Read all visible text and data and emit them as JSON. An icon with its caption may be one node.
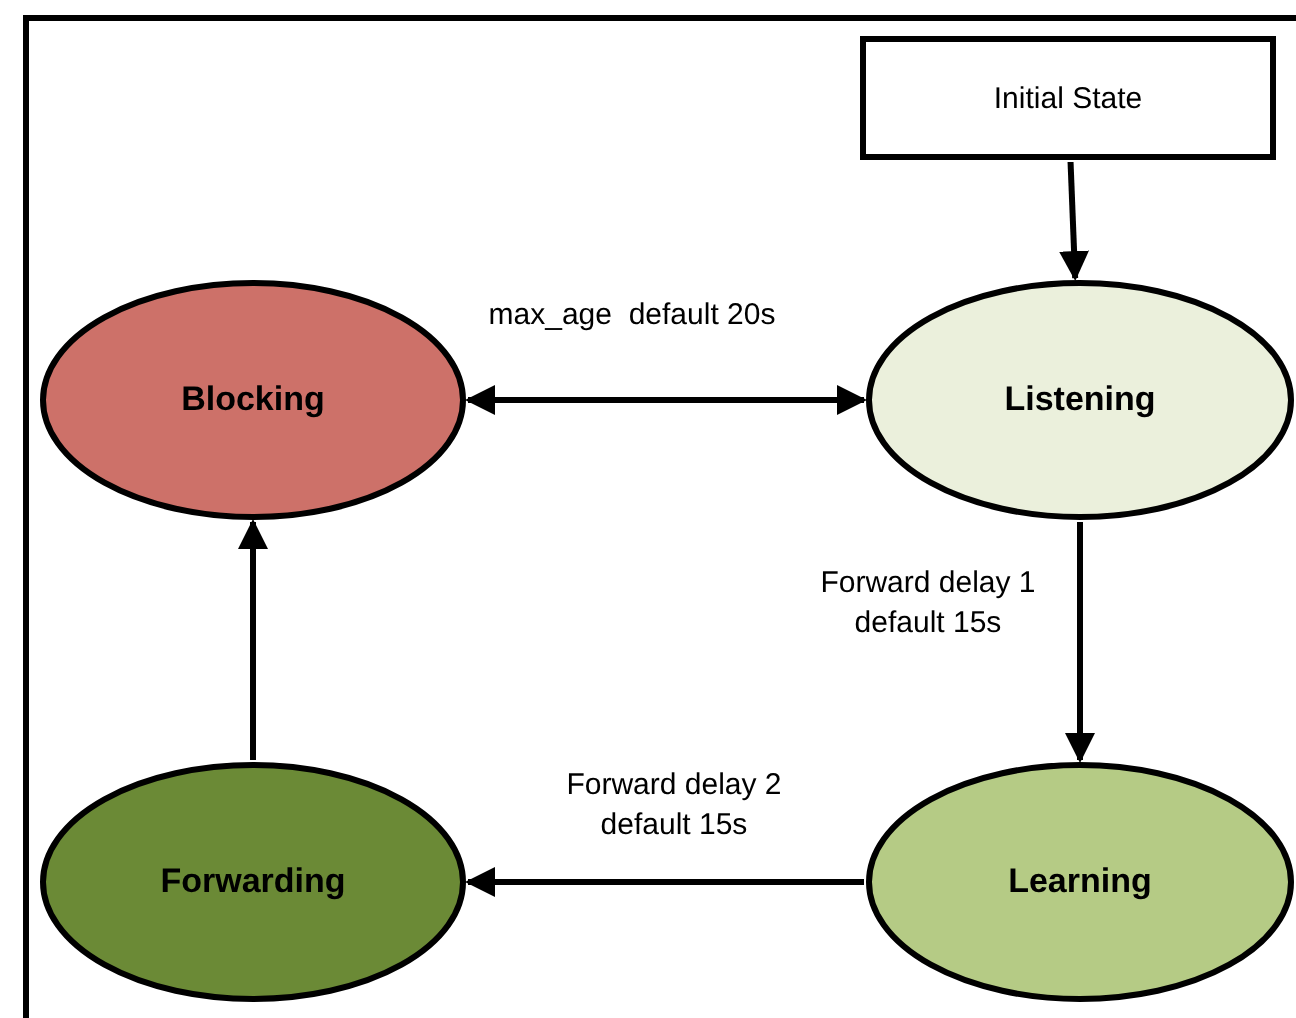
{
  "diagram": {
    "nodes": [
      {
        "text": [
          "Initial State"
        ]
      },
      {
        "text": [
          "Blocking"
        ]
      },
      {
        "text": [
          "Listening"
        ]
      },
      {
        "text": [
          "Forwarding"
        ]
      },
      {
        "text": [
          "Learning"
        ]
      }
    ],
    "edges": [
      {
        "from": 0,
        "to": 2,
        "arrow": "to"
      },
      {
        "from": 1,
        "to": 2,
        "arrow": "both",
        "label": "max_age  default 20s"
      },
      {
        "from": 2,
        "to": 4,
        "arrow": "to",
        "label": "Forward delay 1 default 15s"
      },
      {
        "from": 4,
        "to": 3,
        "arrow": "to",
        "label": "Forward delay 2 default 15s"
      },
      {
        "from": 3,
        "to": 1,
        "arrow": "to"
      }
    ]
  }
}
